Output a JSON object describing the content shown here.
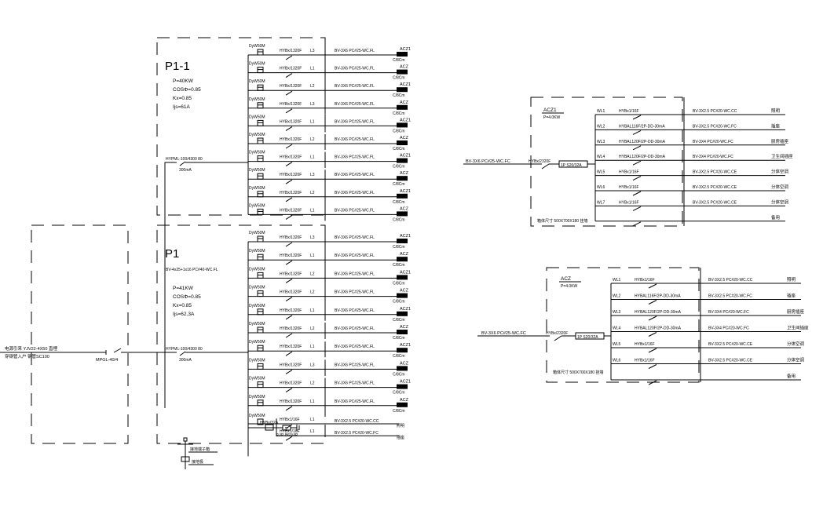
{
  "panels": {
    "p1_1": {
      "name": "P1-1",
      "params": [
        "P=40KW",
        "COSΦ=0.85",
        "Kx=0.85",
        "Ijs=61A"
      ],
      "main_breaker": "HYPML-100/4300 80",
      "main_breaker_sub": "300mA",
      "circuits": [
        {
          "spd": "DyW50M",
          "breaker": "HYBx/1320F",
          "phase": "L3",
          "cable": "BV-3X6 PC#25-WC.FL",
          "dest": "ACZ1",
          "dest_sub": "C/8Cm"
        },
        {
          "spd": "DyW50M",
          "breaker": "HYBx/1320F",
          "phase": "L1",
          "cable": "BV-3X6 PC#25-WC.FL",
          "dest": "ACZ",
          "dest_sub": "C/8Cm"
        },
        {
          "spd": "DyW50M",
          "breaker": "HYBx/1320F",
          "phase": "L2",
          "cable": "BV-3X6 PC#25-WC.FL",
          "dest": "ACZ1",
          "dest_sub": "C/8Cm"
        },
        {
          "spd": "DyW50M",
          "breaker": "HYBx/1320F",
          "phase": "L3",
          "cable": "BV-3X6 PC#25-WC.FL",
          "dest": "ACZ",
          "dest_sub": "C/8Cm"
        },
        {
          "spd": "DyW50M",
          "breaker": "HYBx/1320F",
          "phase": "L1",
          "cable": "BV-3X6 PC#25-WC.FL",
          "dest": "ACZ1",
          "dest_sub": "C/8Cm"
        },
        {
          "spd": "DyW50M",
          "breaker": "HYBx/1320F",
          "phase": "L2",
          "cable": "BV-3X6 PC#25-WC.FL",
          "dest": "ACZ",
          "dest_sub": "C/8Cm"
        },
        {
          "spd": "DyW50M",
          "breaker": "HYBx/1320F",
          "phase": "L1",
          "cable": "BV-3X6 PC#25-WC.FL",
          "dest": "ACZ1",
          "dest_sub": "C/8Cm"
        },
        {
          "spd": "DyW50M",
          "breaker": "HYBx/1320F",
          "phase": "L3",
          "cable": "BV-3X6 PC#25-WC.FL",
          "dest": "ACZ",
          "dest_sub": "C/8Cm"
        },
        {
          "spd": "DyW50M",
          "breaker": "HYBx/1320F",
          "phase": "L2",
          "cable": "BV-3X6 PC#25-WC.FL",
          "dest": "ACZ1",
          "dest_sub": "C/8Cm"
        },
        {
          "spd": "DyW50M",
          "breaker": "HYBx/1320F",
          "phase": "L1",
          "cable": "BV-3X6 PC#25-WC.FL",
          "dest": "ACZ",
          "dest_sub": "C/8Cm"
        }
      ]
    },
    "p1": {
      "name": "P1",
      "feeder": "BV-4x25+1x16 PC#40-WC.FL",
      "params": [
        "P=41KW",
        "COSΦ=0.85",
        "Kx=0.85",
        "Ijs=62.3A"
      ],
      "main_breaker": "HYPML-100/4300 80",
      "main_breaker_sub": "300mA",
      "circuits": [
        {
          "spd": "DyW50M",
          "breaker": "HYBx/1320F",
          "phase": "L3",
          "cable": "BV-3X6 PC#25-WC.FL",
          "dest": "ACZ1",
          "dest_sub": "C/8Cm"
        },
        {
          "spd": "DyW50M",
          "breaker": "HYBx/1320F",
          "phase": "L1",
          "cable": "BV-3X6 PC#25-WC.FL",
          "dest": "ACZ",
          "dest_sub": "C/8Cm"
        },
        {
          "spd": "DyW50M",
          "breaker": "HYBx/1320F",
          "phase": "L2",
          "cable": "BV-3X6 PC#25-WC.FL",
          "dest": "ACZ1",
          "dest_sub": "C/8Cm"
        },
        {
          "spd": "DyW50M",
          "breaker": "HYBx/1320F",
          "phase": "L2",
          "cable": "BV-3X6 PC#25-WC.FL",
          "dest": "ACZ",
          "dest_sub": "C/8Cm"
        },
        {
          "spd": "DyW50M",
          "breaker": "HYBx/1320F",
          "phase": "L1",
          "cable": "BV-3X6 PC#25-WC.FL",
          "dest": "ACZ1",
          "dest_sub": "C/8Cm"
        },
        {
          "spd": "DyW50M",
          "breaker": "HYBx/1320F",
          "phase": "L2",
          "cable": "BV-3X6 PC#25-WC.FL",
          "dest": "ACZ",
          "dest_sub": "C/8Cm"
        },
        {
          "spd": "DyW50M",
          "breaker": "HYBx/1320F",
          "phase": "L1",
          "cable": "BV-3X6 PC#25-WC.FL",
          "dest": "ACZ1",
          "dest_sub": "C/8Cm"
        },
        {
          "spd": "DyW50M",
          "breaker": "HYBx/1320F",
          "phase": "L3",
          "cable": "BV-3X6 PC#25-WC.FL",
          "dest": "ACZ",
          "dest_sub": "C/8Cm"
        },
        {
          "spd": "DyW50M",
          "breaker": "HYBx/1320F",
          "phase": "L2",
          "cable": "BV-3X6 PC#25-WC.FL",
          "dest": "ACZ1",
          "dest_sub": "C/8Cm"
        },
        {
          "spd": "DyW50M",
          "breaker": "HYBx/1320F",
          "phase": "L1",
          "cable": "BV-3X6 PC#25-WC.FL",
          "dest": "ACZ",
          "dest_sub": "C/8Cm"
        }
      ],
      "extra_circuits": [
        {
          "breaker": "HYBx1/16F",
          "phase": "L1",
          "cable": "BV-3X2.5 PC#20-WC.CC",
          "dest": "照明"
        },
        {
          "breaker": "HYBx1/16F",
          "phase": "L1",
          "cable": "BV-3X2.5 PC#20-WC.FC",
          "dest": "插座"
        }
      ],
      "spd_device": "HYBx/32A",
      "spd_label": "SUP-B60/4P"
    },
    "incoming": {
      "cable_line1": "电源引来 YJV22-4X50 直埋",
      "cable_line2": "穿钢管入户 钢管SC100",
      "breaker": "MPGL-40/4"
    },
    "legend": {
      "item1": "接地端子箱",
      "item2": "接地极"
    },
    "acz1": {
      "name": "ACZ1",
      "power": "P=4.0KW",
      "feeder": "BV-3X6  PC#25-WC.FC",
      "main_breaker": "HYBx/2320F",
      "spd": "1P S20/32A",
      "dimension": "箱体尺寸 500X700X180 挂墙",
      "circuits": [
        {
          "id": "WL1",
          "breaker": "HYBx1/16F",
          "cable": "BV-3X2.5  PC#20-WC.CC",
          "dest": "照明"
        },
        {
          "id": "WL2",
          "breaker": "HYBAL116F/2P-DD-30mA",
          "cable": "BV-3X2.5  PC#20-WC.FC",
          "dest": "插座"
        },
        {
          "id": "WL3",
          "breaker": "HYBAL120F/2P-DD-30mA",
          "cable": "BV-3X4  PC#20-WC.FC",
          "dest": "厨房插座"
        },
        {
          "id": "WL4",
          "breaker": "HYBAL120F/2P-DD-30mA",
          "cable": "BV-3X4  PC#20-WC.FC",
          "dest": "卫生间插座"
        },
        {
          "id": "WL5",
          "breaker": "HYBx1/16F",
          "cable": "BV-3X2.5  PC#20-WC.CE",
          "dest": "分体空调"
        },
        {
          "id": "WL6",
          "breaker": "HYBx1/16F",
          "cable": "BV-3X2.5  PC#20-WC.CE",
          "dest": "分体空调"
        },
        {
          "id": "WL7",
          "breaker": "HYBx1/16F",
          "cable": "BV-3X2.5  PC#20-WC.CE",
          "dest": "分体空调"
        },
        {
          "id": "",
          "breaker": "",
          "cable": "",
          "dest": "备用"
        }
      ]
    },
    "acz": {
      "name": "ACZ",
      "power": "P=4.0KW",
      "feeder": "BV-3X6  PC#25-WC.FC",
      "main_breaker": "HYBx/2320F",
      "spd": "1P S20/32A",
      "dimension": "箱体尺寸 500X700X180 挂墙",
      "circuits": [
        {
          "id": "WL1",
          "breaker": "HYBx1/16F",
          "cable": "BV-3X2.5  PC#20-WC.CC",
          "dest": "照明"
        },
        {
          "id": "WL2",
          "breaker": "HYBAL116F/2P-DD-30mA",
          "cable": "BV-3X2.5  PC#20-WC.FC",
          "dest": "插座"
        },
        {
          "id": "WL3",
          "breaker": "HYBAL120F/2P-DD-30mA",
          "cable": "BV-3X4  PC#20-WC.FC",
          "dest": "厨房插座"
        },
        {
          "id": "WL4",
          "breaker": "HYBAL120F/2P-DD-30mA",
          "cable": "BV-3X4  PC#20-WC.FC",
          "dest": "卫生间插座"
        },
        {
          "id": "WL5",
          "breaker": "HYBx1/16F",
          "cable": "BV-3X2.5  PC#20-WC.CE",
          "dest": "分体空调"
        },
        {
          "id": "WL6",
          "breaker": "HYBx1/16F",
          "cable": "BV-3X2.5  PC#20-WC.CE",
          "dest": "分体空调"
        },
        {
          "id": "",
          "breaker": "",
          "cable": "",
          "dest": "备用"
        }
      ]
    }
  }
}
